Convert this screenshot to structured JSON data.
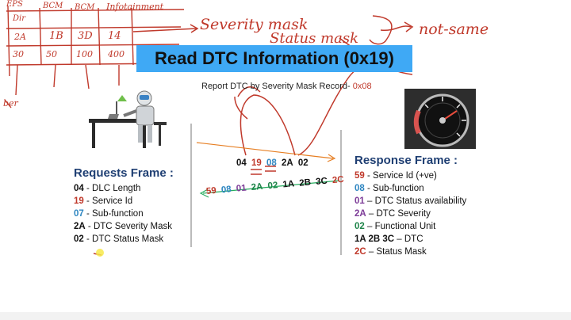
{
  "title": "Read DTC Information (0x19)",
  "subtitle": {
    "text": "Report DTC by Severity Mask Record- ",
    "code": "0x08"
  },
  "requests": {
    "heading": "Requests Frame :",
    "items": [
      {
        "code": "04",
        "sep": " - ",
        "label": "DLC Length",
        "color": "#111111"
      },
      {
        "code": "19",
        "sep": " - ",
        "label": "Service Id",
        "color": "#c0392b"
      },
      {
        "code": "07",
        "sep": " - ",
        "label": "Sub-function",
        "color": "#2e86c1"
      },
      {
        "code": "2A",
        "sep": " - ",
        "label": "DTC Severity Mask",
        "color": "#111111"
      },
      {
        "code": "02",
        "sep": " - ",
        "label": "DTC Status Mask",
        "color": "#111111"
      }
    ]
  },
  "response": {
    "heading": "Response Frame :",
    "items": [
      {
        "code": "59",
        "sep": " - ",
        "label": "Service Id (+ve)",
        "color": "#c0392b"
      },
      {
        "code": "08",
        "sep": " - ",
        "label": "Sub-function",
        "color": "#2e86c1"
      },
      {
        "code": "01",
        "sep": " – ",
        "label": "DTC Status availability",
        "color": "#7d3c98"
      },
      {
        "code": "2A",
        "sep": " – ",
        "label": "DTC Severity",
        "color": "#7d3c98"
      },
      {
        "code": "02",
        "sep": " – ",
        "label": "Functional Unit",
        "color": "#1e8449"
      },
      {
        "code": "1A 2B 3C",
        "sep": " – ",
        "label": "DTC",
        "color": "#111111"
      },
      {
        "code": "2C",
        "sep": " – ",
        "label": "Status Mask",
        "color": "#c0392b"
      }
    ]
  },
  "request_bytes": [
    {
      "text": "04",
      "color": "#111111"
    },
    {
      "text": "19",
      "color": "#c0392b"
    },
    {
      "text": "08",
      "color": "#2e86c1"
    },
    {
      "text": "2A",
      "color": "#111111"
    },
    {
      "text": "02",
      "color": "#111111"
    }
  ],
  "response_bytes": [
    {
      "text": "59",
      "color": "#c0392b"
    },
    {
      "text": "08",
      "color": "#2e86c1"
    },
    {
      "text": "01",
      "color": "#7d3c98"
    },
    {
      "text": "2A",
      "color": "#1e8449"
    },
    {
      "text": "02",
      "color": "#1e8449"
    },
    {
      "text": "1A",
      "color": "#111111"
    },
    {
      "text": "2B",
      "color": "#111111"
    },
    {
      "text": "3C",
      "color": "#111111"
    },
    {
      "text": "2C",
      "color": "#c0392b"
    }
  ],
  "annotations": {
    "severity_mask": "Severity mask",
    "status_mask": "Status mask",
    "not_same": "not-same",
    "table_headers": [
      "EPS",
      "BCM",
      "BCM",
      "Infotainment"
    ],
    "table_row1": [
      "Dir",
      "",
      "",
      ""
    ],
    "table_row2": [
      "2A",
      "1B",
      "3D",
      "14"
    ],
    "table_row3": [
      "30",
      "50",
      "100",
      "400"
    ],
    "side_label": "ber"
  },
  "colors": {
    "title_bg": "#3fa9f5",
    "heading": "#1f3f73",
    "ink": "#c0392b"
  }
}
